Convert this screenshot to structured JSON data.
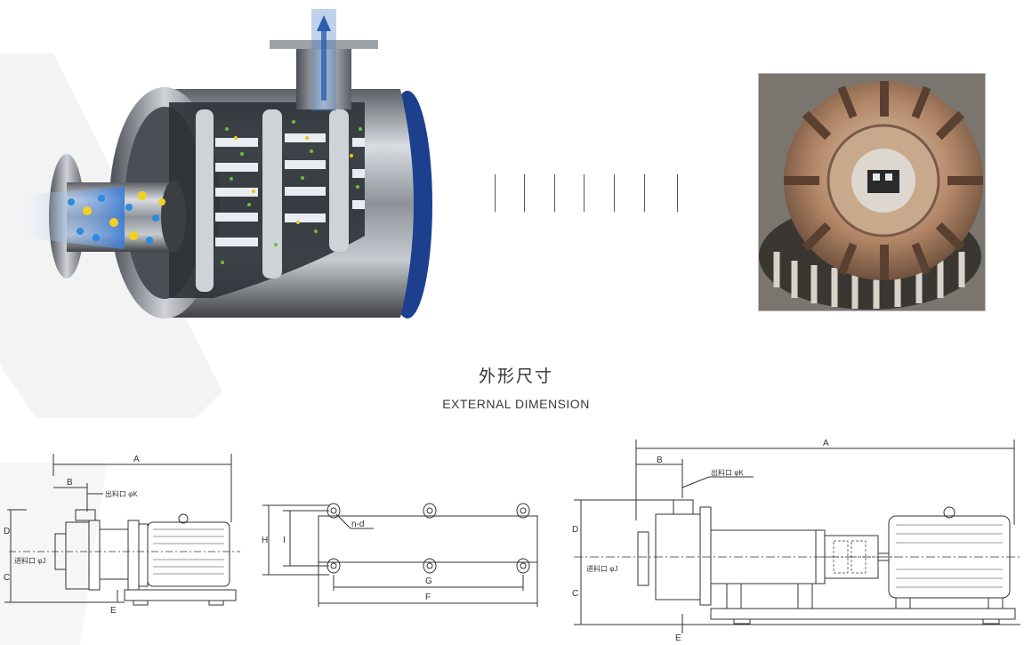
{
  "heading": {
    "cn": "外形尺寸",
    "en": "EXTERNAL DIMENSION"
  },
  "drawing1": {
    "dim_a": "A",
    "dim_b": "B",
    "dim_c": "C",
    "dim_d": "D",
    "dim_e": "E",
    "outlet": "出料口 φK",
    "inlet": "进料口 φJ"
  },
  "drawing2": {
    "dim_f": "F",
    "dim_g": "G",
    "dim_h": "H",
    "dim_i": "I",
    "holes": "n-d"
  },
  "drawing3": {
    "dim_a": "A",
    "dim_b": "B",
    "dim_c": "C",
    "dim_d": "D",
    "dim_e": "E",
    "outlet": "出料口 φK",
    "inlet": "进料口 φJ"
  },
  "colors": {
    "steel": "#a9adb2",
    "blue_cap": "#1c3f8e",
    "line": "#333333"
  },
  "icons": [
    "mixer-cutaway-illustration",
    "rotor-stator-photo"
  ]
}
